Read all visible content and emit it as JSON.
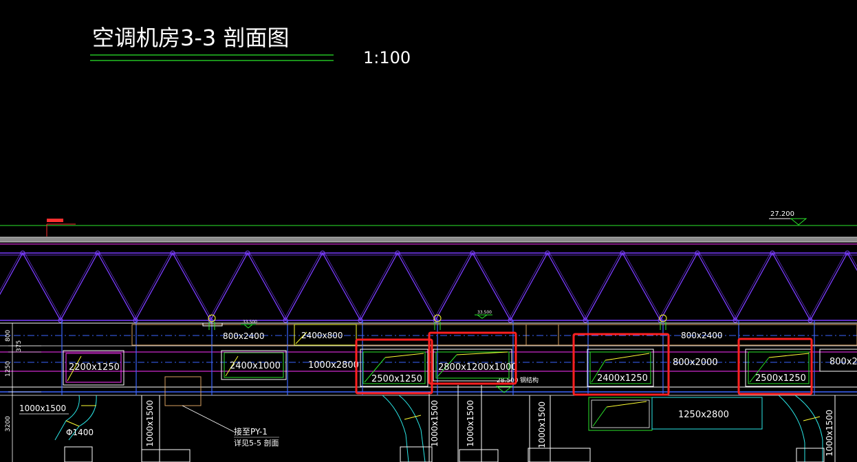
{
  "drawing": {
    "title": "空调机房3-3 剖面图",
    "scale": "1:100",
    "elevation_top": "27.200",
    "elevation_left_small": "",
    "elevation_mid": "33.500",
    "elevation_mid2": "33.500",
    "elevation_lower": "28.500",
    "elevation_lower_tag": "钢结构"
  },
  "ducts": {
    "d1": "2200x1250",
    "d2": "800x2400",
    "d3": "2400x800",
    "d4": "2400x1000",
    "d5": "1000x2800",
    "d6": "2500x1250",
    "d7": "2800x1200x1000",
    "d8": "2400x1250",
    "d9": "800x2400",
    "d10": "800x2000",
    "d11": "2500x1250",
    "d12": "800x2",
    "d13": "1250x2800",
    "d14": "1000x1500",
    "round": "Φ1400",
    "v1": "1000x1500",
    "v2": "1000x1500",
    "v3": "1000x1500",
    "v4": "1000x1500",
    "v5": "1000x1500"
  },
  "dims": {
    "a": "800",
    "b": "375",
    "c": "1250",
    "d": "3200"
  },
  "notes": {
    "line1": "接至PY-1",
    "line2": "详见5-5 剖面"
  },
  "colors": {
    "background": "#000000",
    "truss": "#7a3cff",
    "duct_outline": "#ffffff",
    "duct_inner": "#2be82b",
    "duct_diag": "#ffff33",
    "highlight": "#ff2020",
    "axis": "#3d66ff",
    "slab": "#b8b8b8",
    "magenta": "#ff33ff"
  }
}
